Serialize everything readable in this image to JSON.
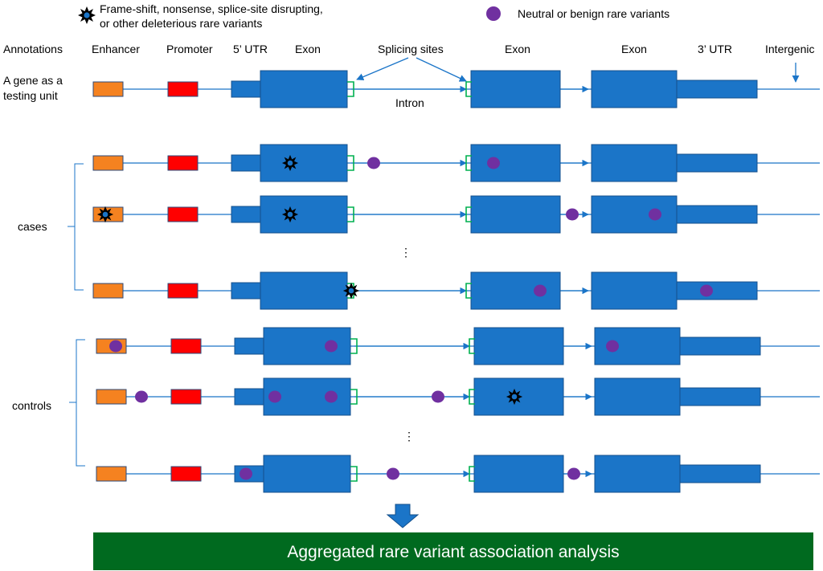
{
  "legend": {
    "deleterious_line1": "Frame-shift, nonsense, splice-site disrupting,",
    "deleterious_line2": "or other deleterious rare variants",
    "neutral": "Neutral or benign rare variants"
  },
  "labels": {
    "annotations": "Annotations",
    "enhancer": "Enhancer",
    "promoter": "Promoter",
    "utr5": "5’ UTR",
    "exon1": "Exon",
    "splicing_sites": "Splicing sites",
    "exon2": "Exon",
    "exon3": "Exon",
    "utr3": "3’ UTR",
    "intergenic": "Intergenic",
    "intron": "Intron",
    "gene_unit_line1": "A gene as a",
    "gene_unit_line2": "testing unit",
    "cases": "cases",
    "controls": "controls",
    "ellipsis_cases": "⋮",
    "ellipsis_controls": "⋮"
  },
  "banner": "Aggregated rare variant association analysis",
  "colors": {
    "enhancer": "#F58220",
    "promoter": "#FF0000",
    "gene": "#1B75C8",
    "neutral_variant": "#7030A0",
    "splice_site": "#00B050",
    "banner": "#006A1F"
  }
}
